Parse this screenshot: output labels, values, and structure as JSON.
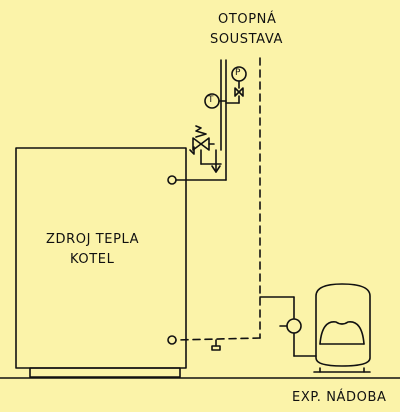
{
  "colors": {
    "background": "#fbf3a9",
    "ink": "#111111"
  },
  "labels": {
    "system_line1": "OTOPNÁ",
    "system_line2": "SOUSTAVA",
    "boiler_line1": "ZDROJ TEPLA",
    "boiler_line2": "KOTEL",
    "vessel": "EXP. NÁDOBA",
    "thermometer_symbol": "T",
    "manometer_symbol": "P"
  },
  "icons": {
    "thermometer": "thermometer-icon",
    "pressure_gauge": "pressure-gauge-icon",
    "safety_valve": "safety-valve-icon",
    "three_way_valve": "valve-icon",
    "drain_valve": "drain-valve-icon"
  }
}
